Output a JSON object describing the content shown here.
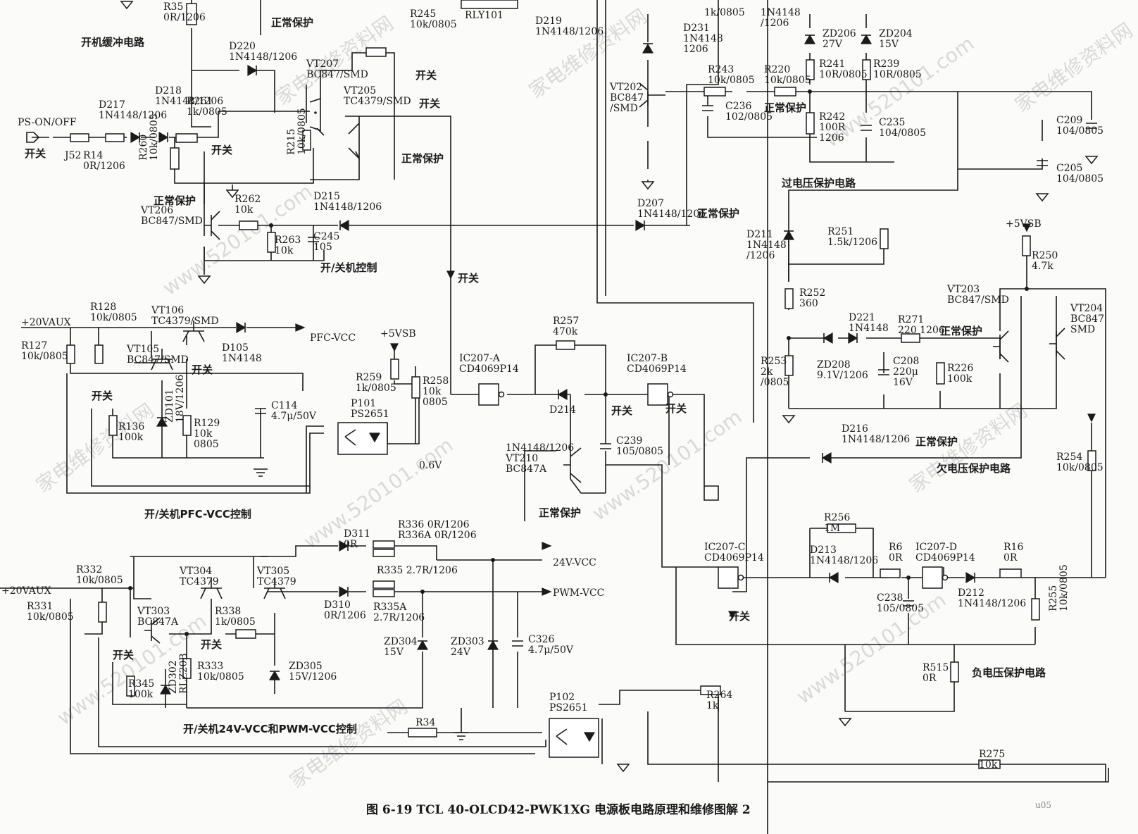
{
  "figure_caption": "图 6-19   TCL 40-OLCD42-PWK1XG 电源板电路原理和维修图解 2",
  "page_mark": "u05",
  "watermarks": [
    "家电维修资料网",
    "www.520101.com"
  ],
  "sections": {
    "startup_buffer": "开机缓冲电路",
    "power_control": "开/关机控制",
    "pfc_control": "开/关机PFC-VCC控制",
    "vcc_pwm_control": "开/关机24V-VCC和PWM-VCC控制",
    "overvoltage": "过电压保护电路",
    "undervoltage": "欠电压保护电路",
    "negative_voltage": "负电压保护电路"
  },
  "state_tags": {
    "onoff": "开关",
    "normal_protect": "正常保护"
  },
  "nets": {
    "ps_on": "PS-ON/OFF",
    "aux20": "+20VAUX",
    "vsb5": "+5VSB",
    "pfc_vcc": "PFC-VCC",
    "v24_vcc": "24V-VCC",
    "pwm_vcc": "PWM-VCC",
    "v06": "0.6V"
  },
  "components": {
    "R35": "R35\n0R/1206",
    "R245": "R245\n10k/0805",
    "RLY101": "RLY101",
    "D219": "D219\n1N4148/1206",
    "D220": "D220\n1N4148/1206",
    "VT207": "VT207\nBC847/SMD",
    "VT205": "VT205\nTC4379/SMD",
    "D218": "D218\n1N4148/1206",
    "D217": "D217\n1N4148/1206",
    "R261": "R261\n1k/0805",
    "R260": "R260\n10k/0805",
    "R215": "R215\n10k/0805",
    "J52": "J52",
    "R14": "R14\n0R/1206",
    "R262": "R262\n10k",
    "VT206": "VT206\nBC847/SMD",
    "R263": "R263\n10k",
    "C245": "C245\n105",
    "D215": "D215\n1N4148/1206",
    "R128": "R128\n10k/0805",
    "VT106": "VT106\nTC4379/SMD",
    "R127": "R127\n10k/0805",
    "VT105": "VT105\nBC847/SMD",
    "D105": "D105\n1N4148",
    "R136": "R136\n100k",
    "ZD101": "ZD101\n18V/1206",
    "R129": "R129\n10k\n0805",
    "C114": "C114\n4.7μ/50V",
    "R259": "R259\n1k/0805",
    "R258": "R258\n10k\n0805",
    "P101": "P101\nPS2651",
    "IC207A": "IC207-A\nCD4069P14",
    "R257": "R257\n470k",
    "IC207B": "IC207-B\nCD4069P14",
    "D214": "D214",
    "C239": "C239\n105/0805",
    "VT210": "1N4148/1206\nVT210\nBC847A",
    "D231": "D231\n1N4148\n1206",
    "R1k_top": "1k/0805",
    "D_top": "1N4148\n/1206",
    "ZD206": "ZD206\n27V",
    "ZD204": "ZD204\n15V",
    "VT202": "VT202\nBC847\n/SMD",
    "R243": "R243\n10k/0805",
    "R220": "R220\n10k/0805",
    "R241": "R241\n10R/0805",
    "R239": "R239\n10R/0805",
    "C236": "C236\n102/0805",
    "R242": "R242\n100R\n1206",
    "C235": "C235\n104/0805",
    "C209": "C209\n104/0805",
    "C205": "C205\n104/0805",
    "D207": "D207\n1N4148/1206",
    "D211": "D211\n1N4148\n/1206",
    "R251": "R251\n1.5k/1206",
    "R250": "R250\n4.7k",
    "VT203": "VT203\nBC847/SMD",
    "VT204": "VT204\nBC847\nSMD",
    "R252": "R252\n360",
    "D221": "D221\n1N4148",
    "R271": "R271\n220 1206",
    "ZD208": "ZD208\n9.1V/1206",
    "R253": "R253\n2k\n/0805",
    "C208": "C208\n220μ\n16V",
    "R226": "R226\n100k",
    "D216": "D216\n1N4148/1206",
    "R254": "R254\n10k/0805",
    "R256": "R256\n1M",
    "IC207C": "IC207-C\nCD4069P14",
    "D213": "D213\n1N4148/1206",
    "R6": "R6\n0R",
    "IC207D": "IC207-D\nCD4069P14",
    "R16": "R16\n0R",
    "D212": "D212\n1N4148/1206",
    "C238": "C238\n105/0805",
    "R255": "R255\n10k/0805",
    "R515": "R515\n0R",
    "R264": "R264\n1k",
    "R275": "R275\n10k",
    "R332": "R332\n10k/0805",
    "R331": "R331\n10k/0805",
    "VT304": "VT304\nTC4379",
    "VT305": "VT305\nTC4379",
    "D311": "D311\n0R",
    "R336": "R336  0R/1206\nR336A  0R/1206",
    "R335": "R335   2.7R/1206",
    "D310": "D310\n0R/1206",
    "R335A": "R335A\n2.7R/1206",
    "VT303": "VT303\nBC847A",
    "R338": "R338\n1k/0805",
    "R345": "R345\n100k",
    "ZD302": "ZD302\nRLZ20B",
    "R333": "R333\n10k/0805",
    "ZD305": "ZD305\n15V/1206",
    "ZD304": "ZD304\n15V",
    "ZD303": "ZD303\n24V",
    "C326": "C326\n4.7μ/50V",
    "R34": "R34",
    "P102": "P102\nPS2651"
  }
}
